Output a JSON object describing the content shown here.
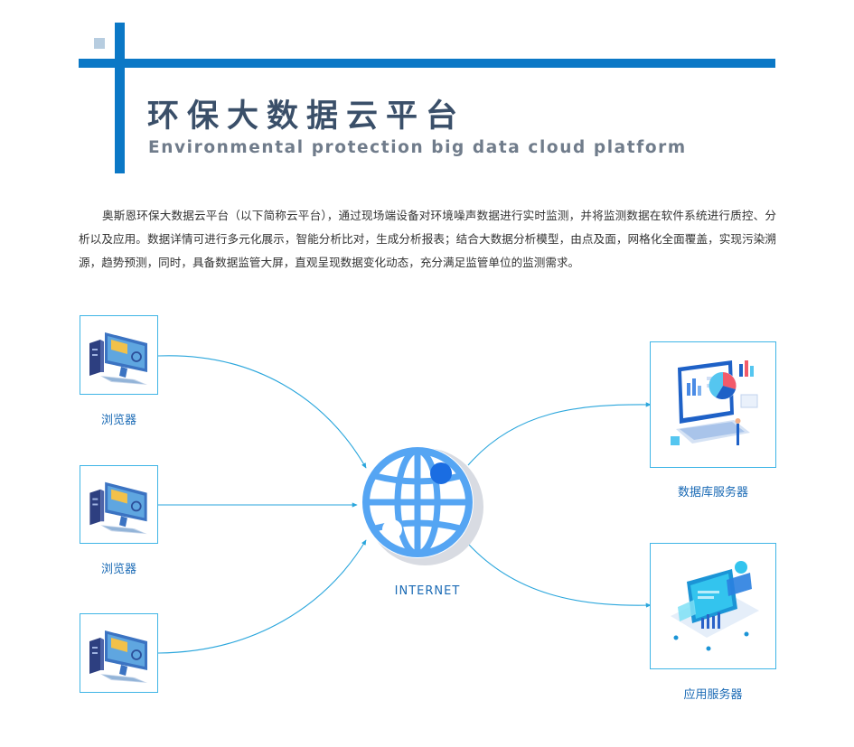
{
  "header": {
    "title": "环保大数据云平台",
    "subtitle": "Environmental protection big data cloud platform"
  },
  "description": "奥斯恩环保大数据云平台（以下简称云平台），通过现场端设备对环境噪声数据进行实时监测，并将监测数据在软件系统进行质控、分析以及应用。数据详情可进行多元化展示，智能分析比对，生成分析报表；结合大数据分析模型，由点及面，网格化全面覆盖，实现污染溯源，趋势预测，同时，具备数据监管大屏，直观呈现数据变化动态，充分满足监管单位的监测需求。",
  "diagram": {
    "clients": [
      {
        "label": "浏览器",
        "icon": "computer-icon"
      },
      {
        "label": "浏览器",
        "icon": "computer-icon"
      },
      {
        "label": "",
        "icon": "computer-icon"
      }
    ],
    "hub": {
      "label": "INTERNET",
      "icon": "globe-icon"
    },
    "servers": [
      {
        "label": "数据库服务器",
        "icon": "database-dashboard-icon"
      },
      {
        "label": "应用服务器",
        "icon": "app-server-icon"
      }
    ],
    "colors": {
      "accent": "#0b78c6",
      "connector": "#2aa6dc",
      "globe": "#55a5f3",
      "card_border": "#3fb5e6",
      "label": "#1a6ab5"
    }
  }
}
